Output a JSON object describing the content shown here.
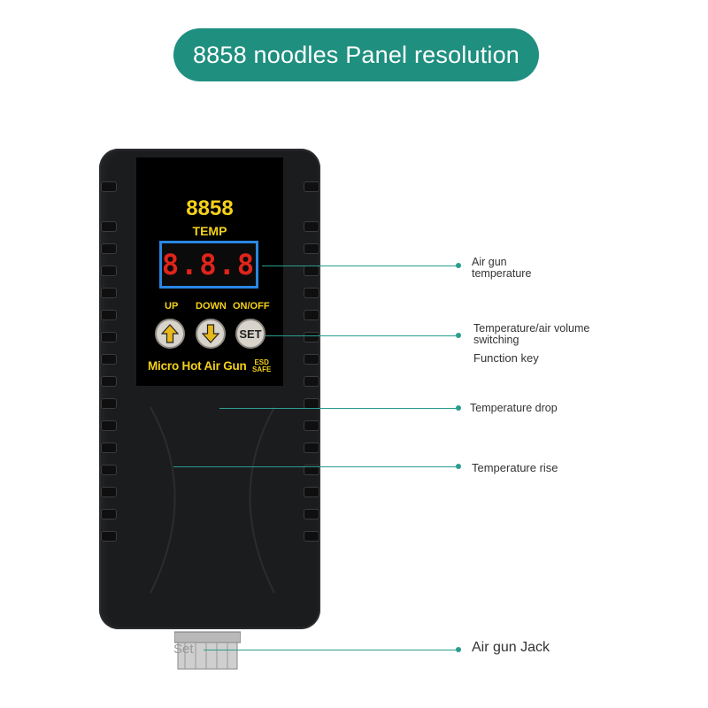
{
  "title": "8858 noodles Panel resolution",
  "device": {
    "brand": "8858",
    "temp_label": "TEMP",
    "display": "8.8.8",
    "buttons": {
      "up": "UP",
      "down": "DOWN",
      "onoff": "ON/OFF",
      "set": "SET"
    },
    "model": "Micro Hot Air Gun",
    "esd_line1": "ESD",
    "esd_line2": "SAFE"
  },
  "callouts": {
    "air_gun_temp_1": "Air gun",
    "air_gun_temp_2": "temperature",
    "switch_1": "Temperature/air volume",
    "switch_2": "switching",
    "function_key": "Function key",
    "temp_drop": "Temperature drop",
    "temp_rise": "Temperature rise",
    "jack": "Air gun Jack"
  },
  "set_label": "Set",
  "colors": {
    "accent": "#1f8f7f",
    "lcd_red": "#e0241b",
    "label_yellow": "#f4d11a",
    "lcd_border": "#2a86e4"
  }
}
